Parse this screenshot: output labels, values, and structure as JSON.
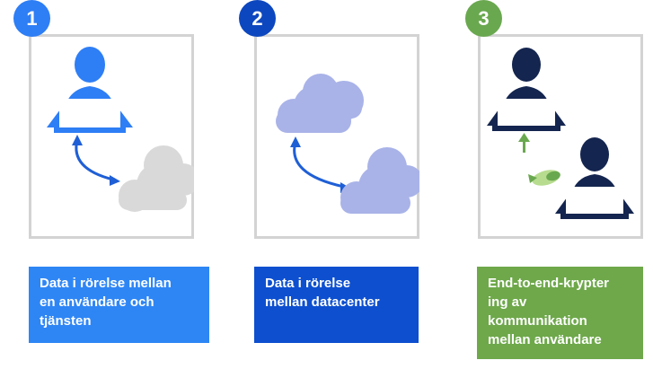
{
  "panels": [
    {
      "number": "1",
      "badge_color": "#2e7ef5",
      "caption": "Data i rörelse mellan\nen användare och\ntjänsten",
      "caption_color": "#2e86f5"
    },
    {
      "number": "2",
      "badge_color": "#0d47bf",
      "caption": "Data i rörelse\nmellan datacenter",
      "caption_color": "#0d4fcf"
    },
    {
      "number": "3",
      "badge_color": "#6aa84f",
      "caption": "End-to-end-krypter\ning av\nkommunikation\nmellan användare",
      "caption_color": "#6ea84a"
    }
  ],
  "colors": {
    "user_blue": "#2e7ef5",
    "user_navy": "#14254f",
    "cloud_gray": "#d9d9d9",
    "cloud_lavender": "#a9b3e8",
    "arrow_blue": "#1f5fd6",
    "arrow_green": "#6aa84f"
  }
}
